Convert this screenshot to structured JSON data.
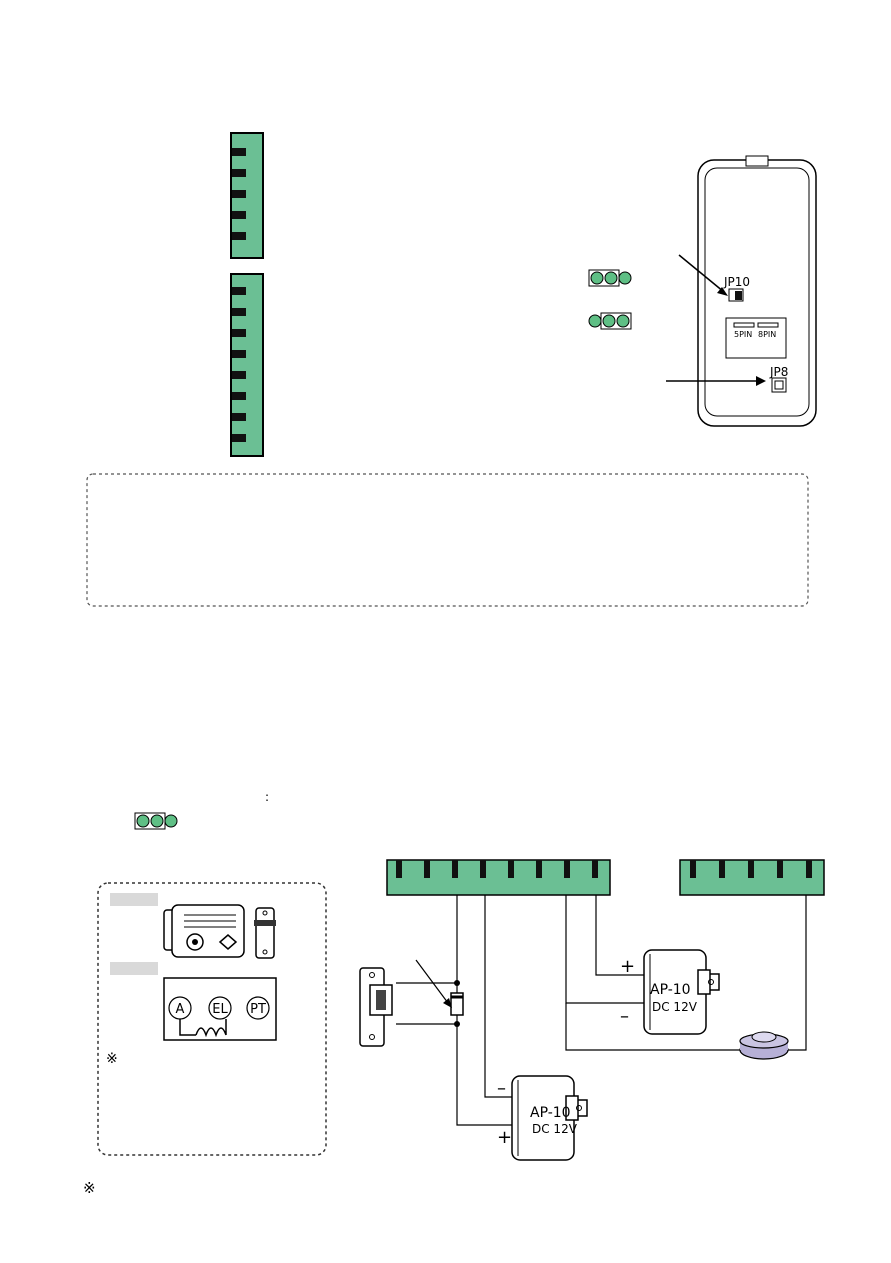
{
  "colors": {
    "terminal_green": "#6bbf94",
    "pin_black": "#111111",
    "jumper_green": "#5fbf85",
    "dotted_border": "#555555",
    "button_purple": "#b6b0d6"
  },
  "device": {
    "jp10_label": "JP10",
    "jp8_label": "JP8",
    "connector_5pin_label": "5PIN",
    "connector_8pin_label": "8PIN"
  },
  "terminal_blocks": {
    "top_block_pins": 5,
    "middle_block_pins": 8,
    "wiring_left_block_pins": 8,
    "wiring_right_block_pins": 5
  },
  "note_box": {
    "text": ""
  },
  "text_fragments": {
    "colon": ":",
    "note_mark": "※",
    "bottom_note_mark": "※"
  },
  "lock_inset": {
    "terminal_a": "A",
    "terminal_el": "EL",
    "terminal_pt": "PT",
    "note_mark": "※"
  },
  "wiring": {
    "adapter_upper_model": "AP-10",
    "adapter_upper_rating": "DC 12V",
    "adapter_lower_model": "AP-10",
    "adapter_lower_rating": "DC 12V",
    "plus_sign": "+",
    "minus_sign": "–"
  }
}
